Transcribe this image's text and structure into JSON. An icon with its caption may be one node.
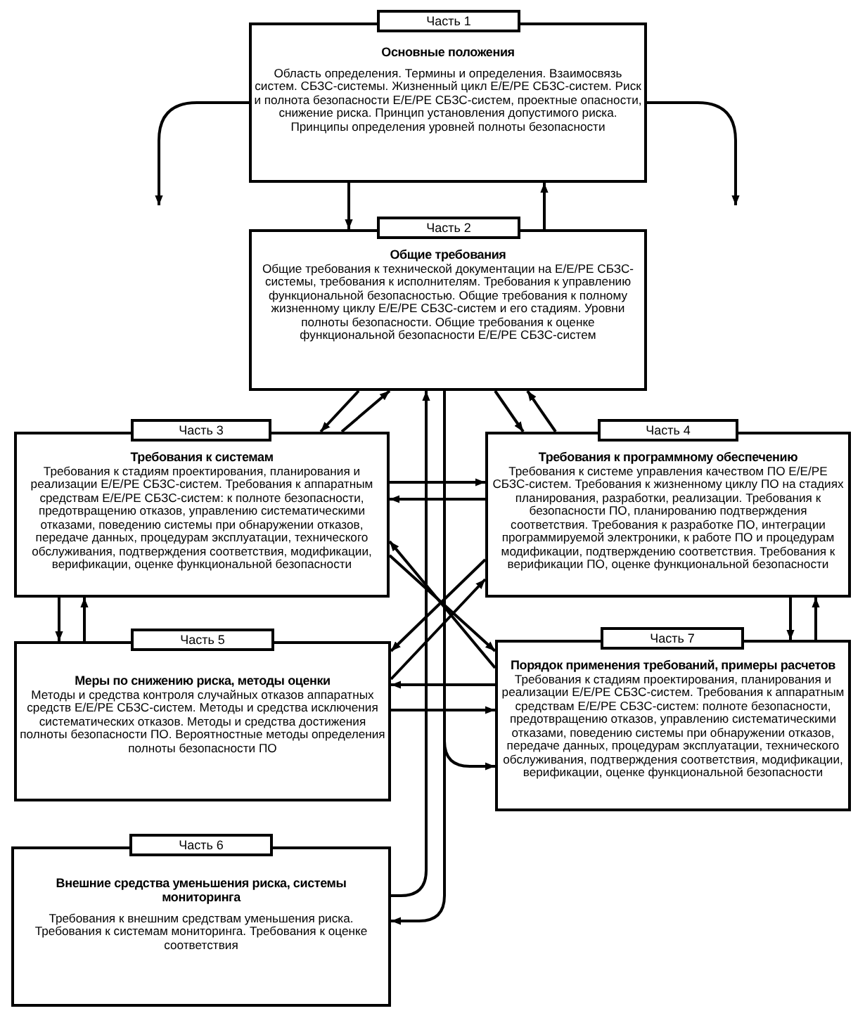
{
  "diagram": {
    "nodes": [
      {
        "text": [
          "Часть 1"
        ]
      },
      {
        "text": [
          "Основные положения",
          "Область определения. Термины и определения. Взаимосвязь систем. СБЗС-системы. Жизненный цикл Е/Е/РЕ СБЗС-систем. Риск и полнота безопасности Е/Е/РЕ СБЗС-систем, проектные опасности, снижение риска. Принцип установления допустимого риска. Принципы определения уровней полноты безопасности"
        ]
      },
      {
        "text": [
          "Часть 2"
        ]
      },
      {
        "text": [
          "Общие требования",
          "Общие требования к технической документации на Е/Е/РЕ СБЗС-системы, требования к исполнителям. Требования к управлению функциональной безопасностью. Общие требования к полному жизненному циклу Е/Е/РЕ СБЗС-систем и его стадиям. Уровни полноты безопасности. Общие требования к оценке функциональной безопасности Е/Е/РЕ СБЗС-систем"
        ]
      },
      {
        "text": [
          "Часть 3"
        ]
      },
      {
        "text": [
          "Требования к системам",
          "Требования к стадиям проектирования, планирования и реализации Е/Е/РЕ СБЗС-систем. Требования к аппаратным средствам Е/Е/РЕ СБЗС-систем: к полноте безопасности, предотвращению отказов, управлению систематическими отказами, поведению системы при обнаружении отказов, передаче данных, процедурам эксплуатации, технического обслуживания, подтверждения соответствия, модификации, верификации, оценке функциональной безопасности"
        ]
      },
      {
        "text": [
          "Часть 4"
        ]
      },
      {
        "text": [
          "Требования к программному обеспечению",
          "Требования к системе управления качеством ПО Е/Е/РЕ СБЗС-систем. Требования к жизненному циклу ПО на стадиях планирования, разработки, реализации. Требования к безопасности ПО, планированию подтверждения соответствия. Требования к разработке ПО, интеграции программируемой электроники, к работе ПО и процедурам модификации, подтверждению соответствия. Требования к верификации ПО, оценке функциональной безопасности"
        ]
      },
      {
        "text": [
          "Часть 5"
        ]
      },
      {
        "text": [
          "Меры по снижению риска, методы оценки",
          "Методы и средства контроля случайных отказов аппаратных средств Е/Е/РЕ СБЗС-систем. Методы и средства исключения систематических отказов. Методы и средства достижения полноты безопасности ПО. Вероятностные методы определения полноты безопасности ПО"
        ]
      },
      {
        "text": [
          "Часть 7"
        ]
      },
      {
        "text": [
          "Порядок применения требований, примеры расчетов",
          "Требования к стадиям проектирования, планирования и реализации Е/Е/РЕ СБЗС-систем. Требования к аппаратным средствам Е/Е/РЕ СБЗС-систем: полноте безопасности, предотвращению отказов, управлению систематическими отказами, поведению системы при обнаружении отказов, передаче данных, процедурам эксплуатации, технического обслуживания, подтверждения соответствия, модификации, верификации, оценке функциональной безопасности"
        ]
      },
      {
        "text": [
          "Часть 6"
        ]
      },
      {
        "text": [
          "Внешние средства уменьшения риска, системы мониторинга",
          "Требования к внешним средствам уменьшения риска. Требования к системам мониторинга. Требования к оценке соответствия"
        ]
      }
    ],
    "edges": [
      {
        "from": 1,
        "to": null,
        "arrow": "to"
      },
      {
        "from": 1,
        "to": null,
        "arrow": "to"
      },
      {
        "from": 1,
        "to": 3,
        "arrow": "to"
      },
      {
        "from": 3,
        "to": 1,
        "arrow": "to"
      },
      {
        "from": 3,
        "to": 5,
        "arrow": "to"
      },
      {
        "from": 5,
        "to": 3,
        "arrow": "to"
      },
      {
        "from": 3,
        "to": 7,
        "arrow": "to"
      },
      {
        "from": 7,
        "to": 3,
        "arrow": "to"
      },
      {
        "from": 5,
        "to": 7,
        "arrow": "to"
      },
      {
        "from": 7,
        "to": 5,
        "arrow": "to"
      },
      {
        "from": 5,
        "to": 9,
        "arrow": "to"
      },
      {
        "from": 9,
        "to": 5,
        "arrow": "to"
      },
      {
        "from": 7,
        "to": 11,
        "arrow": "to"
      },
      {
        "from": 11,
        "to": 7,
        "arrow": "to"
      },
      {
        "from": 5,
        "to": 11,
        "arrow": "to"
      },
      {
        "from": 11,
        "to": 5,
        "arrow": "to"
      },
      {
        "from": 9,
        "to": 7,
        "arrow": "to"
      },
      {
        "from": 7,
        "to": 9,
        "arrow": "to"
      },
      {
        "from": 11,
        "to": 9,
        "arrow": "to"
      },
      {
        "from": 9,
        "to": 11,
        "arrow": "to"
      },
      {
        "from": 13,
        "to": 3,
        "arrow": "to"
      },
      {
        "from": 3,
        "to": 13,
        "arrow": "to"
      },
      {
        "from": 3,
        "to": 11,
        "arrow": "to"
      }
    ]
  }
}
